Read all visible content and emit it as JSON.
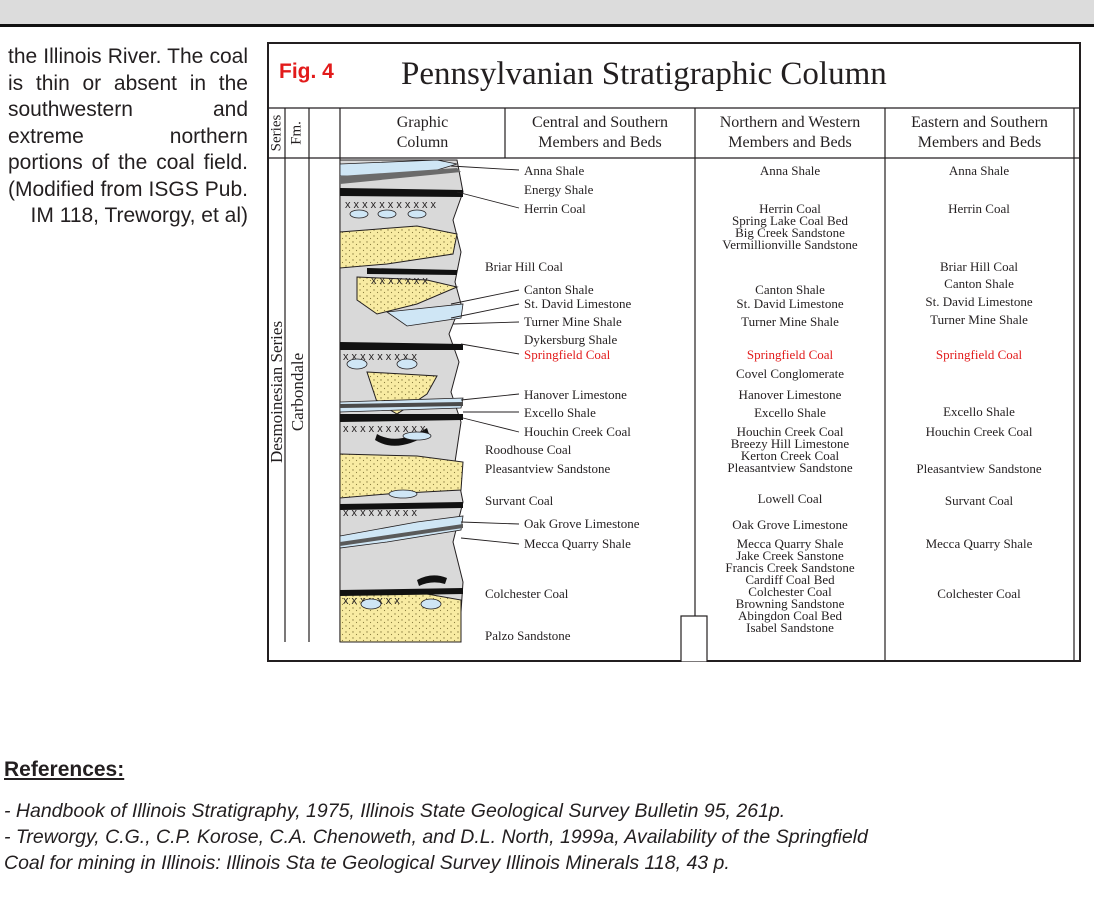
{
  "left_paragraph": "the Illinois River. The coal is thin or absent in the southwestern and extreme northern portions of the coal field. (Modified from ISGS Pub. IM 118, Treworgy, et al)",
  "figure": {
    "label": "Fig. 4",
    "title": "Pennsylvanian Stratigraphic Column",
    "headers": {
      "series": "Series",
      "fm": "Fm.",
      "graphic_1": "Graphic",
      "graphic_2": "Column",
      "central_1": "Central and Southern",
      "central_2": "Members and Beds",
      "northern_1": "Northern and Western",
      "northern_2": "Members and Beds",
      "eastern_1": "Eastern and Southern",
      "eastern_2": "Members and Beds"
    },
    "series_name": "Desmoinesian Series",
    "formation_name": "Carbondale",
    "leader_labels": [
      "Anna Shale",
      "Energy Shale",
      "Herrin Coal",
      "Canton Shale",
      "St. David Limestone",
      "Turner Mine Shale",
      "Dykersburg Shale",
      "Springfield Coal",
      "Hanover Limestone",
      "Excello Shale",
      "Houchin Creek Coal",
      "Oak Grove Limestone",
      "Mecca Quarry Shale"
    ],
    "central_labels": [
      "Briar Hill Coal",
      "Roodhouse Coal",
      "Pleasantview Sandstone",
      "Survant Coal",
      "Colchester Coal",
      "Palzo Sandstone"
    ],
    "northern_labels": [
      "Anna Shale",
      "Herrin Coal",
      "Spring Lake Coal Bed",
      "Big Creek Sandstone",
      "Vermillionville Sandstone",
      "Canton Shale",
      "St. David Limestone",
      "Turner Mine Shale",
      "Springfield Coal",
      "Covel Conglomerate",
      "Hanover Limestone",
      "Excello Shale",
      "Houchin Creek Coal",
      "Breezy Hill Limestone",
      "Kerton Creek Coal",
      "Pleasantview Sandstone",
      "Lowell Coal",
      "Oak Grove Limestone",
      "Mecca Quarry Shale",
      "Jake Creek Sanstone",
      "Francis Creek Sandstone",
      "Cardiff Coal Bed",
      "Colchester Coal",
      "Browning Sandstone",
      "Abingdon Coal Bed",
      "Isabel Sandstone"
    ],
    "eastern_labels": [
      "Anna Shale",
      "Herrin Coal",
      "Briar Hill Coal",
      "Canton Shale",
      "St. David Limestone",
      "Turner Mine Shale",
      "Springfield Coal",
      "Excello Shale",
      "Houchin Creek Coal",
      "Pleasantview Sandstone",
      "Survant Coal",
      "Mecca Quarry Shale",
      "Colchester Coal"
    ],
    "colors": {
      "highlight": "#e21b1b",
      "sandstone": "#f8eba2",
      "limestone": "#cfe6f5",
      "shale": "#d9d9d9",
      "coal": "#111111"
    }
  },
  "references": {
    "heading": "References:",
    "items": [
      "- Handbook of Illinois Stratigraphy, 1975, Illinois State Geological Survey Bulletin 95, 261p.",
      "- Treworgy, C.G., C.P. Korose, C.A. Chenoweth, and D.L. North, 1999a, Availability of the Springfield",
      "Coal for mining in Illinois: Illinois Sta te Geological Survey Illinois Minerals 118, 43 p."
    ]
  }
}
